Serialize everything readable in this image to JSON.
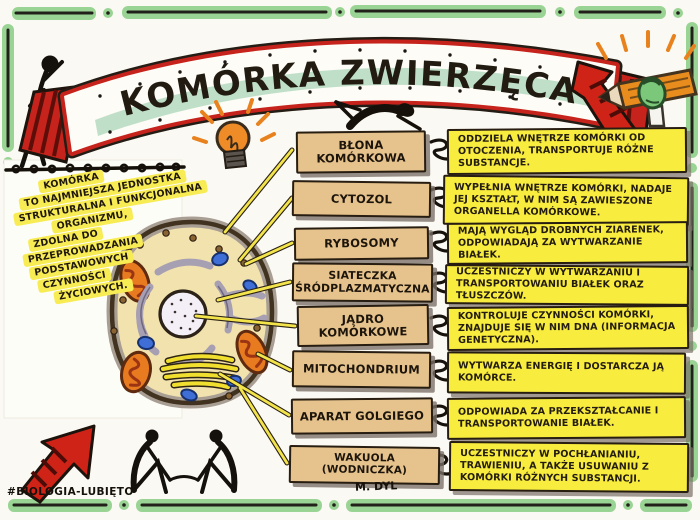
{
  "title": "KOMÓRKA ZWIERZĘCA",
  "note": {
    "lines": [
      "KOMÓRKA",
      "TO NAJMNIEJSZA JEDNOSTKA",
      "STRUKTURALNA I FUNKCJONALNA",
      "ORGANIZMU,",
      "ZDOLNA DO",
      "PRZEPROWADZANIA",
      "PODSTAWOWYCH",
      "CZYNNOŚCI",
      "ŻYCIOWYCH."
    ]
  },
  "rows": [
    {
      "label": "BŁONA KOMÓRKOWA",
      "desc": "ODDZIELA WNĘTRZE KOMÓRKI OD OTOCZENIA, TRANSPORTUJE RÓŻNE SUBSTANCJE."
    },
    {
      "label": "CYTOZOL",
      "desc": "WYPEŁNIA WNĘTRZE KOMÓRKI, NADAJE JEJ KSZTAŁT, W NIM SĄ ZAWIESZONE ORGANELLA KOMÓRKOWE."
    },
    {
      "label": "RYBOSOMY",
      "desc": "MAJĄ WYGLĄD DROBNYCH ZIARENEK, ODPOWIADAJĄ ZA WYTWARZANIE BIAŁEK."
    },
    {
      "label": "SIATECZKA ŚRÓDPLAZMATYCZNA",
      "desc": "UCZESTNICZY W WYTWARZANIU I TRANSPORTOWANIU BIAŁEK ORAZ TŁUSZCZÓW."
    },
    {
      "label": "JĄDRO KOMÓRKOWE",
      "desc": "KONTROLUJE CZYNNOŚCI KOMÓRKI, ZNAJDUJE SIĘ W NIM DNA (INFORMACJA GENETYCZNA)."
    },
    {
      "label": "MITOCHONDRIUM",
      "desc": "WYTWARZA ENERGIĘ I DOSTARCZA JĄ KOMÓRCE."
    },
    {
      "label": "APARAT GOLGIEGO",
      "desc": "ODPOWIADA ZA PRZEKSZTAŁCANIE I TRANSPORTOWANIE BIAŁEK."
    },
    {
      "label": "WAKUOLA (WODNICZKA)",
      "desc": "UCZESTNICZY W POCHŁANIANIU, TRAWIENIU, A TAKŻE USUWANIU Z KOMÓRKI RÓŻNYCH SUBSTANCJI."
    }
  ],
  "footer": {
    "hashtag": "#BIOLOGIA-LUBIĘTO",
    "signature": "M. DYL"
  },
  "icons": {
    "lightbulb-icon": "orange doodle light bulb with rays",
    "pencil-icon": "orange pencil held by green mitten hand",
    "stick-figure-icon": "black stick figure holding banner",
    "reclining-figure-icon": "black stick figure lying on label box",
    "resting-figures-icon": "two doodle figures leaning together",
    "red-arrow-icon": "red striped hand-drawn arrow",
    "spiral-binding-icon": "flip-chart spiral loops"
  },
  "colors": {
    "banner_red": "#c5231b",
    "banner_wash_green": "#b7dbc1",
    "label_tan": "#e6c38c",
    "desc_yellow": "#f8ed3f",
    "note_highlight": "#f8ec55",
    "border_green": "#9ad494",
    "cell_body": "#f2e3ae",
    "mitochondria_orange": "#e87a20",
    "vacuole_blue": "#3e6ed6",
    "golgi_yellow": "#f1df2f",
    "er_gray": "#a79fb2",
    "ink": "#241c10"
  }
}
